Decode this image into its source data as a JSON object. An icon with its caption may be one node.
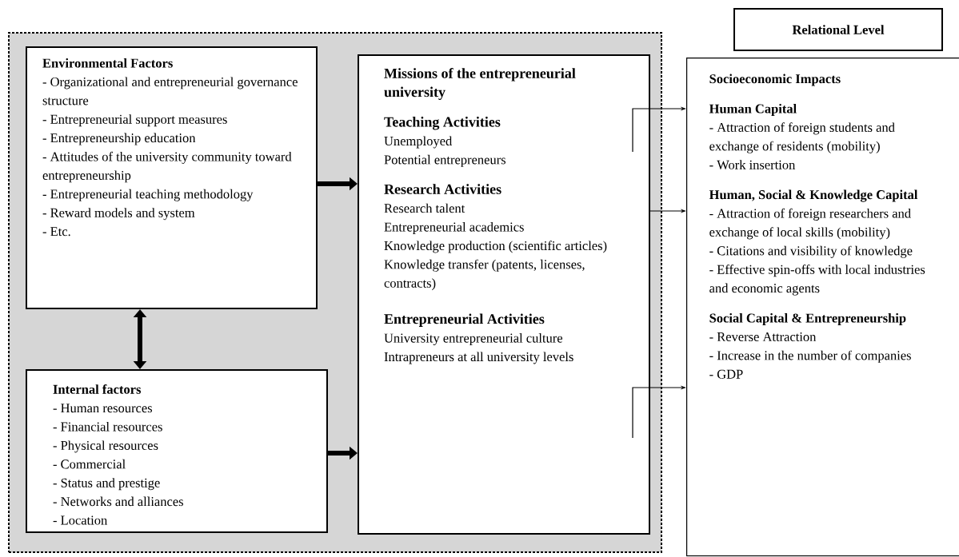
{
  "diagram": {
    "nodes": [
      {
        "text": [],
        "shape": "box"
      },
      {
        "text": [
          "Environmental Factors",
          "- Organizational and entrepreneurial governance structure",
          "- Entrepreneurial support measures",
          "- Entrepreneurship education",
          "- Attitudes of the university community toward entrepreneurship",
          "- Entrepreneurial teaching methodology",
          "- Reward models and system",
          "- Etc."
        ],
        "in": 0
      },
      {
        "text": [
          "Internal factors",
          "- Human resources",
          "- Financial resources",
          "- Physical resources",
          "- Commercial",
          "- Status and prestige",
          "- Networks and alliances",
          "- Location"
        ],
        "in": 0
      },
      {
        "text": [
          "Missions of the entrepreneurial university",
          "Teaching Activities",
          "Unemployed",
          "Potential entrepreneurs",
          "Research Activities",
          "Research talent",
          "Entrepreneurial academics",
          "Knowledge production (scientific articles)",
          "Knowledge transfer (patents, licenses, contracts)",
          "Entrepreneurial Activities",
          "University entrepreneurial culture",
          "Intrapreneurs at all university levels"
        ],
        "in": 0
      },
      {
        "text": [
          "Relational Level"
        ]
      },
      {
        "text": [
          "Socioeconomic Impacts",
          "Human Capital",
          "- Attraction of foreign students and exchange of residents (mobility)",
          "- Work insertion",
          "Human, Social & Knowledge Capital",
          "- Attraction of foreign researchers and exchange of local skills (mobility)",
          "- Citations and visibility of knowledge",
          "- Effective spin-offs with local industries and economic agents",
          "Social Capital & Entrepreneurship",
          "- Reverse Attraction",
          "- Increase in the number of companies",
          "- GDP"
        ]
      }
    ],
    "edges": [
      {
        "from": 1,
        "to": 3,
        "arrow": "to",
        "style": "thick"
      },
      {
        "from": 2,
        "to": 3,
        "arrow": "to",
        "style": "thick"
      },
      {
        "from": 1,
        "to": 2,
        "arrow": "both",
        "style": "thick"
      },
      {
        "from": 3,
        "to": 5,
        "arrow": "to"
      },
      {
        "from": 3,
        "to": 5,
        "arrow": "to"
      },
      {
        "from": 3,
        "to": 5,
        "arrow": "to"
      }
    ]
  }
}
